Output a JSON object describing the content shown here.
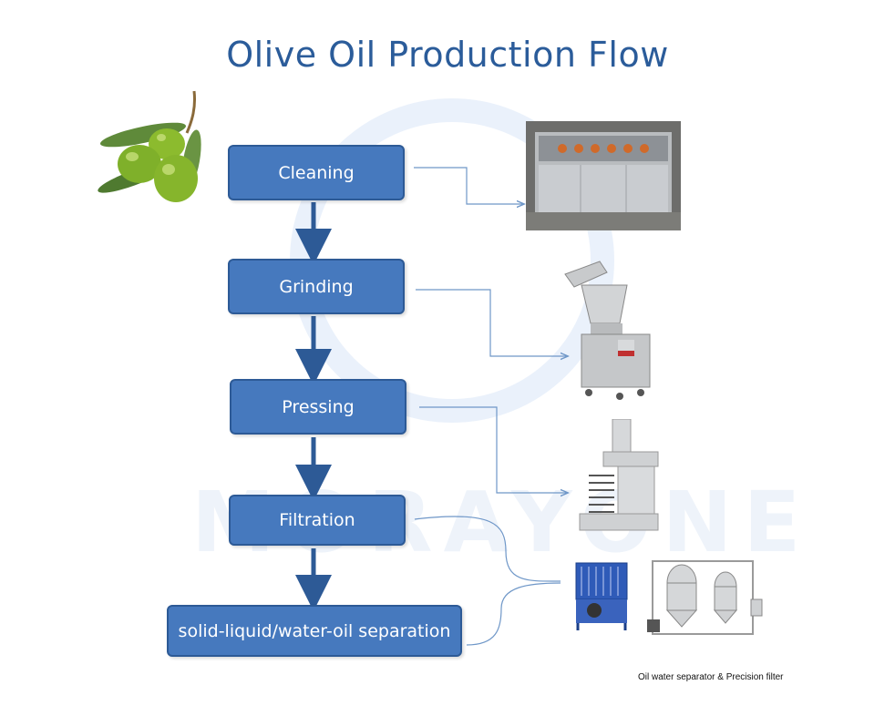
{
  "title": "Olive Oil Production Flow",
  "steps": [
    {
      "label": "Cleaning"
    },
    {
      "label": "Grinding"
    },
    {
      "label": "Pressing"
    },
    {
      "label": "Filtration"
    },
    {
      "label": "solid-liquid/water-oil separation"
    }
  ],
  "watermark": "MORAYONE",
  "machine_caption": "Oil water separator & Precision filter",
  "colors": {
    "title": "#2b5c9a",
    "step_fill": "#4679be",
    "step_border": "#2d5a96",
    "arrow": "#2d5a96",
    "connector": "#6f97c8"
  }
}
